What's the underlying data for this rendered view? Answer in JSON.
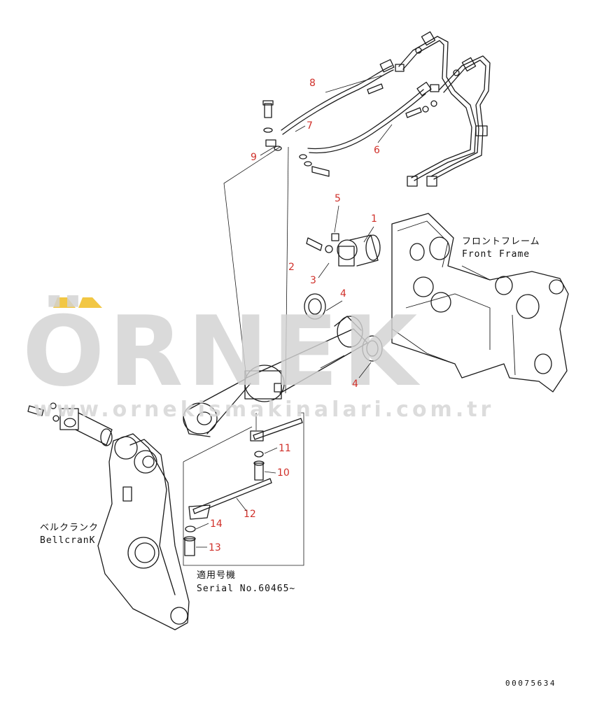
{
  "diagram": {
    "part_numbers": {
      "p1": "1",
      "p2": "2",
      "p3": "3",
      "p4a": "4",
      "p4b": "4",
      "p5": "5",
      "p6": "6",
      "p7": "7",
      "p8": "8",
      "p9": "9",
      "p10": "10",
      "p11": "11",
      "p12": "12",
      "p13": "13",
      "p14": "14"
    },
    "labels": {
      "front_frame_jp": "フロントフレーム",
      "front_frame_en": "Front Frame",
      "bellcrank_jp": "ベルクランク",
      "bellcrank_en": "BellcranK",
      "serial_jp": "適用号機",
      "serial_en": "Serial No.60465~"
    },
    "document_id": "00075634"
  },
  "watermark": {
    "brand": "ÖRNEK",
    "url": "www.ornekismakinalari.com.tr",
    "accent_color": "#f2c744"
  }
}
